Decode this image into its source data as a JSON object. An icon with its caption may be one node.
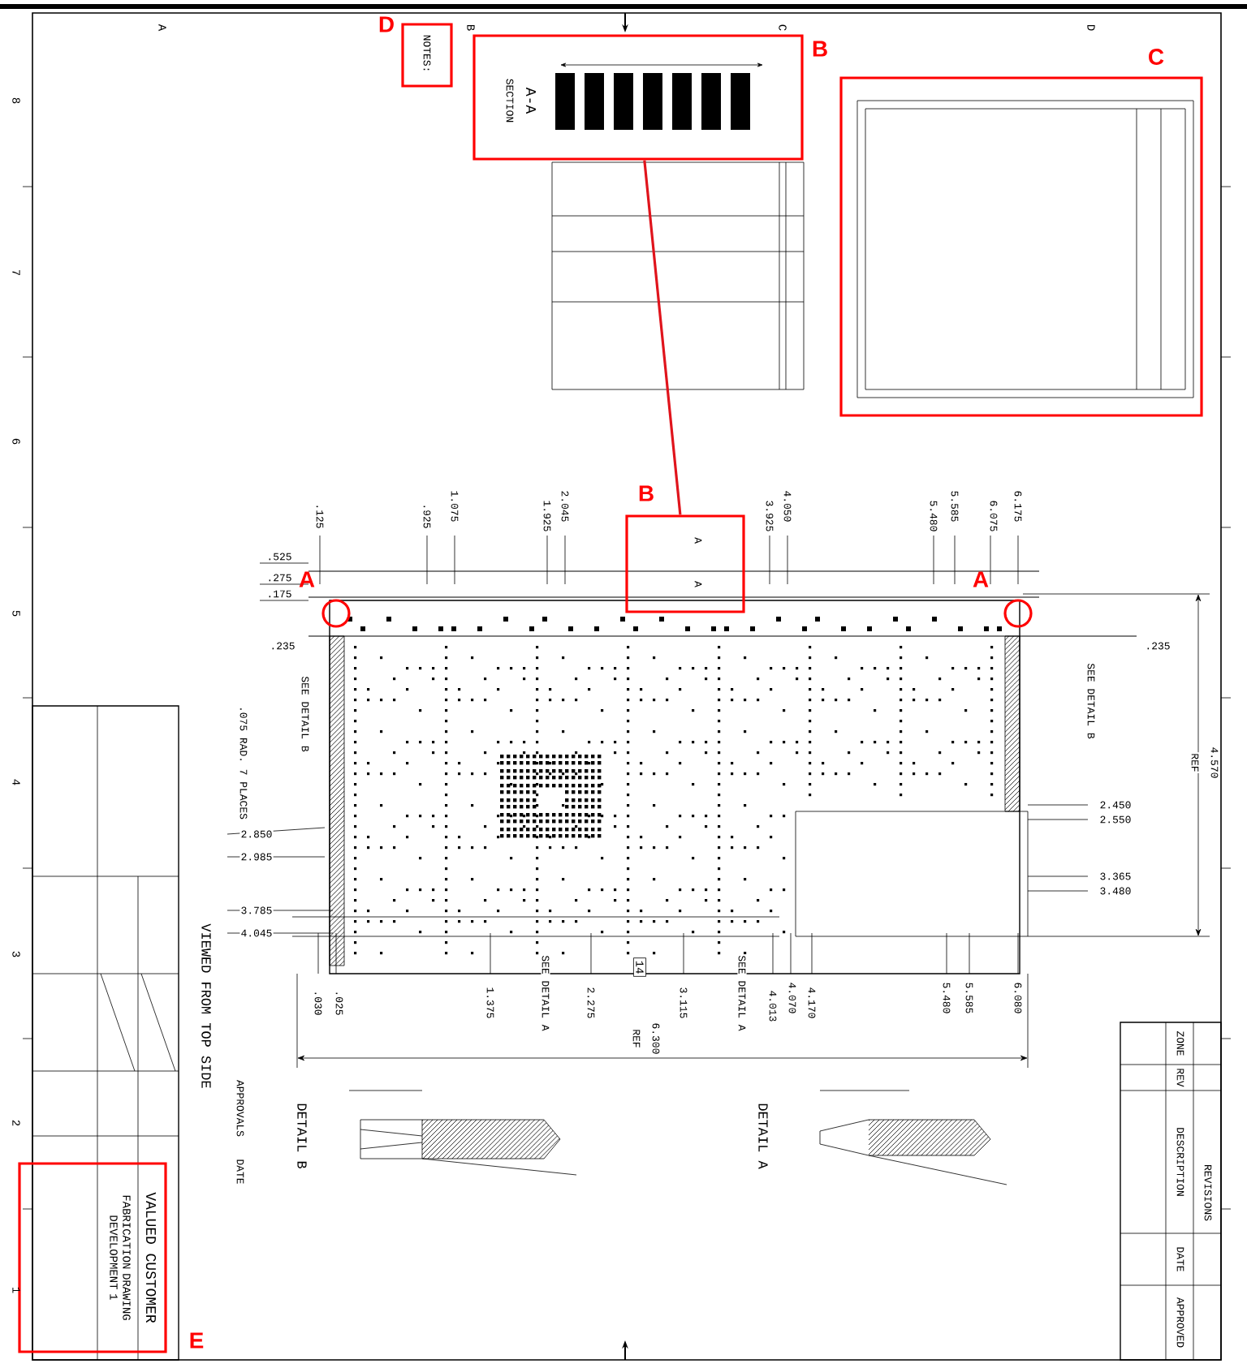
{
  "diagram": {
    "nodes": [
      {
        "text": [
          "D",
          "NOTES:"
        ]
      },
      {
        "text": [
          "B",
          "A-A",
          "SECTION"
        ]
      },
      {
        "text": [
          "C"
        ]
      },
      {
        "text": [
          "B",
          "A",
          "A"
        ]
      },
      {
        "text": [
          "A"
        ]
      },
      {
        "text": [
          "A"
        ]
      },
      {
        "text": [
          "E",
          "VALUED CUSTOMER",
          "FABRICATION DRAWING DEVELOPMENT 1"
        ]
      }
    ],
    "edges": [
      {
        "from": 3,
        "to": 1,
        "arrow": "none"
      }
    ],
    "labels": [
      ".125",
      "1.075",
      ".925",
      "2.045",
      "1.925",
      "4.050",
      "3.925",
      "5.585",
      "5.480",
      "6.175",
      "6.075",
      ".525",
      ".275",
      ".175",
      ".235",
      ".235",
      "SEE DETAIL B",
      "SEE DETAIL B",
      ".075 RAD. 7 PLACES",
      "4.570",
      "REF",
      "2.850",
      "2.985",
      "2.450",
      "2.550",
      "3.365",
      "3.480",
      "3.785",
      "4.045",
      ".025",
      ".030",
      "1.375",
      "SEE DETAIL A",
      "2.275",
      "14",
      "3.115",
      "SEE DETAIL A",
      "4.013",
      "4.070",
      "4.170",
      "5.480",
      "5.585",
      "6.080",
      "VIEWED FROM TOP SIDE",
      "6.300",
      "REF",
      "DETAIL B",
      "DETAIL A",
      "REVISIONS",
      "ZONE",
      "REV",
      "DESCRIPTION",
      "DATE",
      "APPROVED",
      "APPROVALS",
      "DATE",
      "A",
      "B",
      "C",
      "D",
      "8",
      "7",
      "6",
      "5",
      "4",
      "3",
      "2",
      "1"
    ]
  }
}
